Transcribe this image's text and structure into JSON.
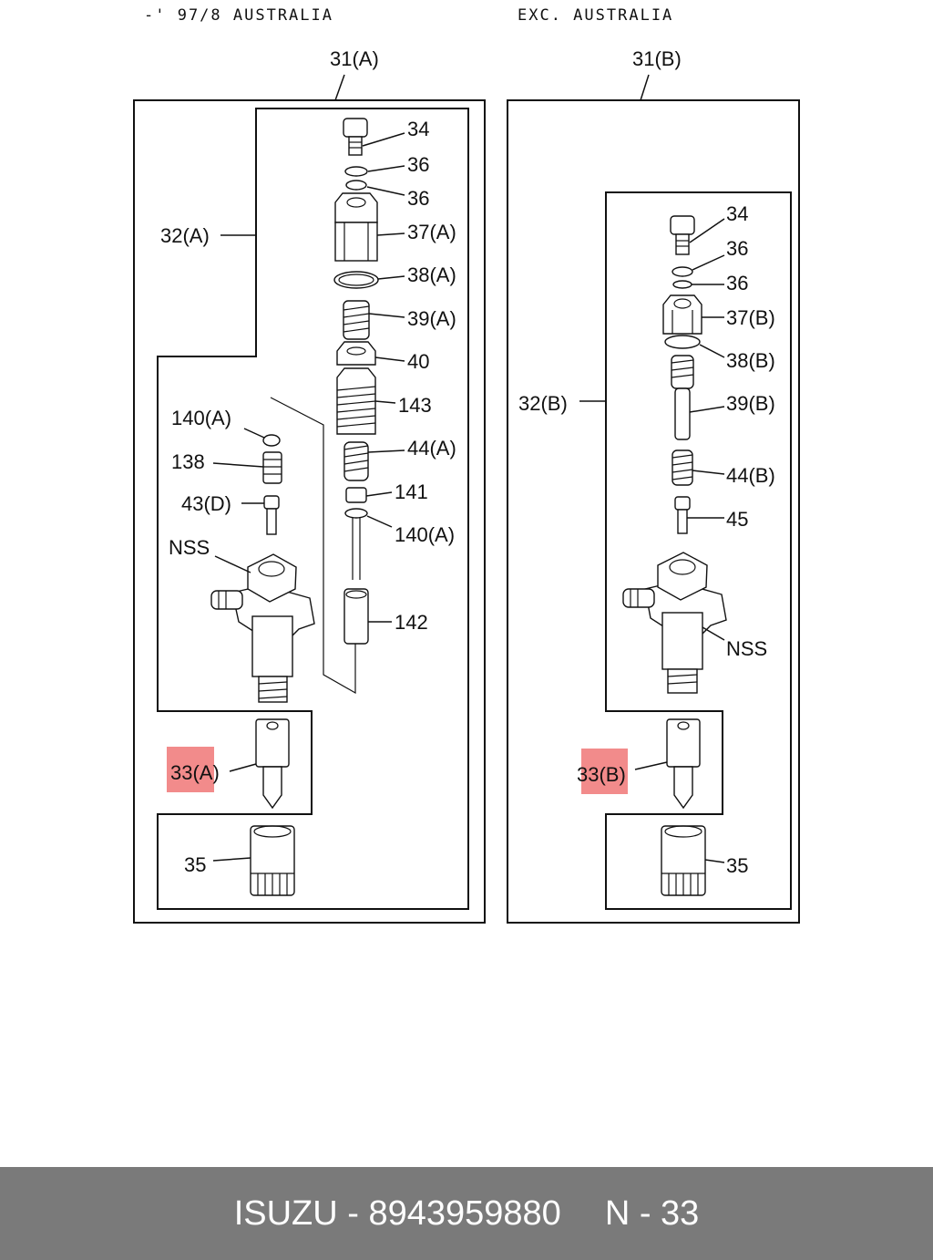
{
  "headers": {
    "left": "-' 97/8  AUSTRALIA",
    "right": "EXC. AUSTRALIA"
  },
  "left": {
    "assembly": "31(A)",
    "subassembly": "32(A)",
    "nozzle": "33(A)",
    "nut": "35",
    "parts": {
      "p34": "34",
      "p36a": "36",
      "p36b": "36",
      "p37": "37(A)",
      "p38": "38(A)",
      "p39": "39(A)",
      "p40": "40",
      "p143": "143",
      "p44": "44(A)",
      "p141": "141",
      "p140b": "140(A)",
      "p142": "142",
      "p140a": "140(A)",
      "p138": "138",
      "p43": "43(D)",
      "nss": "NSS"
    }
  },
  "right": {
    "assembly": "31(B)",
    "subassembly": "32(B)",
    "nozzle": "33(B)",
    "nut": "35",
    "parts": {
      "p34": "34",
      "p36a": "36",
      "p36b": "36",
      "p37": "37(B)",
      "p38": "38(B)",
      "p39": "39(B)",
      "p44": "44(B)",
      "p45": "45",
      "nss": "NSS"
    }
  },
  "footer": {
    "brand_part": "ISUZU - 8943959880",
    "page_ref": "N - 33"
  },
  "colors": {
    "highlight": "#f28b8b",
    "footer_bg": "#7a7a7a"
  }
}
